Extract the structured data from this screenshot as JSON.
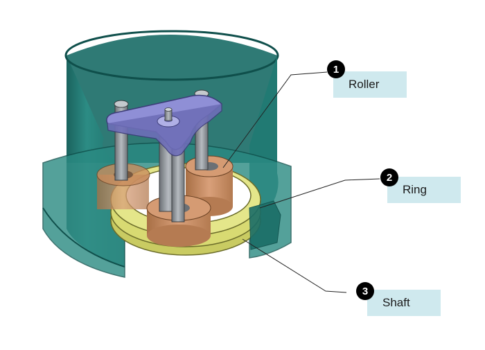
{
  "callouts": [
    {
      "number": "1",
      "label": "Roller"
    },
    {
      "number": "2",
      "label": "Ring"
    },
    {
      "number": "3",
      "label": "Shaft"
    }
  ],
  "colors": {
    "housing": "#1e7f78",
    "housing_dark": "#0f5a55",
    "ring": "#e4e68a",
    "roller": "#c98d5e",
    "carrier": "#8f8fd6",
    "shaft": "#8c9196",
    "label_bg": "#cfe9ee"
  }
}
